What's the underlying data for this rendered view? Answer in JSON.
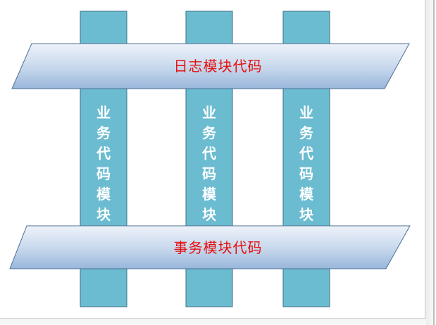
{
  "diagram": {
    "top_band": {
      "label": "日志模块代码"
    },
    "bottom_band": {
      "label": "事务模块代码"
    },
    "columns": [
      {
        "label": "业务代码模块"
      },
      {
        "label": "业务代码模块"
      },
      {
        "label": "业务代码模块"
      }
    ],
    "colors": {
      "column_fill": "#6bbcd1",
      "column_border": "#3b6f86",
      "band_top": "#eef3fa",
      "band_bottom": "#98b6da",
      "band_border": "#4d6f94",
      "band_text": "#e60f0f",
      "column_text": "#ffffff"
    }
  }
}
